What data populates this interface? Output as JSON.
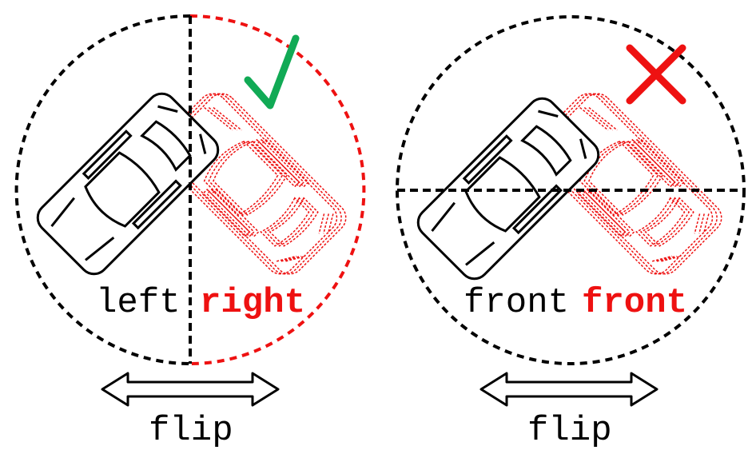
{
  "colors": {
    "black": "#000000",
    "red": "#ee1111",
    "green": "#11aa55"
  },
  "left_panel": {
    "label_original": "left",
    "label_flipped": "right",
    "arrow_label": "flip",
    "mark_icon": "check-mark-icon"
  },
  "right_panel": {
    "label_original": "front",
    "label_flipped": "front",
    "arrow_label": "flip",
    "mark_icon": "cross-mark-icon"
  }
}
